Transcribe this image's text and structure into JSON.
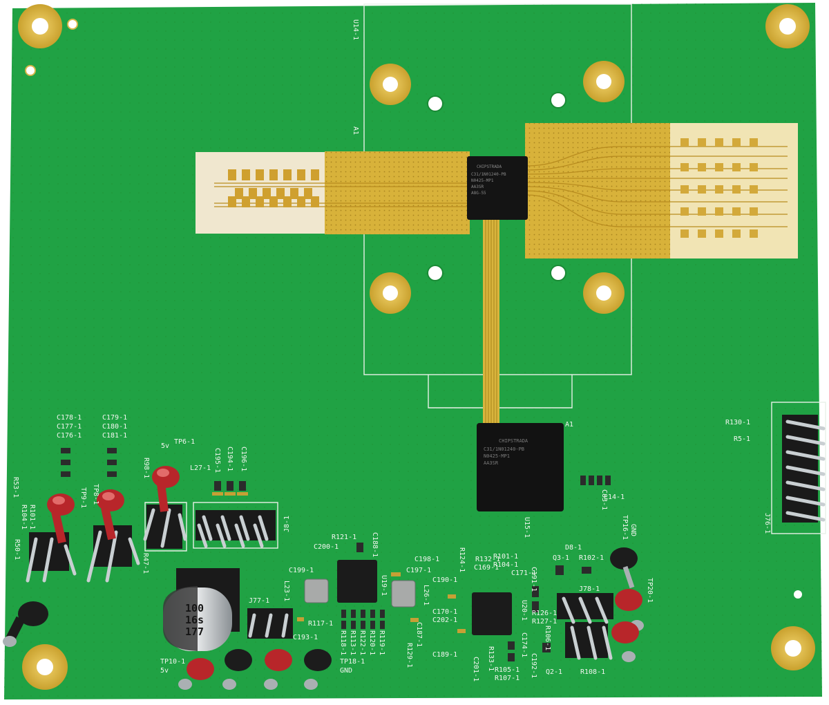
{
  "chip_markings": {
    "top_ic": [
      "CHIPSTRADA",
      "C31/1N01240-PB",
      "N0425-MP1",
      "AA3SR",
      "A8G-55"
    ],
    "bottom_ic": [
      "CHIPSTRADA",
      "C31/1N01240-PB",
      "N0425-MP1",
      "AA3SR"
    ]
  },
  "capacitor_marking": [
    "100",
    "16s",
    "177"
  ],
  "labels": {
    "u14": "U14-1",
    "a1_top": "A1",
    "a1_bottom": "A1",
    "u15": "U15-1",
    "c178": "C178-1",
    "c177": "C177-1",
    "c176": "C176-1",
    "c179": "C179-1",
    "c180": "C180-1",
    "c181": "C181-1",
    "tp6": "TP6-1",
    "tp6_v": "5v",
    "r53": "R53-1",
    "r104a": "R104-1",
    "r101a": "R101-1",
    "r98": "R98-1",
    "tp9": "TP9-1",
    "tp8": "TP8-1",
    "l27": "L27-1",
    "c195": "C195-1",
    "c194": "C194-1",
    "c196": "C196-1",
    "j8": "J8-1",
    "r50": "R50-1",
    "r47": "R47-1",
    "c200": "C200-1",
    "r121": "R121-1",
    "c188": "C188-1",
    "c199": "C199-1",
    "c198": "C198-1",
    "c197": "C197-1",
    "l23": "L23-1",
    "u19": "U19-1",
    "l26": "L26-1",
    "r117": "R117-1",
    "r118": "R118-1",
    "r113": "R113-1",
    "r122": "R122-1",
    "r120": "R120-1",
    "r119": "R119-1",
    "c187": "C187-1",
    "r129": "R129-1",
    "j77": "J77-1",
    "c193": "C193-1",
    "tp10": "TP10-1",
    "tp10_v": "5v",
    "tp18": "TP18-1",
    "tp18_gnd": "GND",
    "r124": "R124-1",
    "r132": "R132-1",
    "r101b": "R101-1",
    "r104b": "R104-1",
    "c190": "C190-1",
    "c169": "C169-1",
    "c171": "C171-1",
    "c191": "C191-1",
    "c170": "C170-1",
    "c202": "C202-1",
    "c189": "C189-1",
    "u20": "U20-1",
    "r126": "R126-1",
    "r127": "R127-1",
    "r133": "R133-1",
    "r105": "R105-1",
    "r107": "R107-1",
    "c201": "C201-1",
    "c174": "C174-1",
    "c192": "C192-1",
    "r106": "R106-1",
    "q3": "Q3-1",
    "d8": "D8-1",
    "r102": "R102-1",
    "j78": "J78-1",
    "q2": "Q2-1",
    "r108": "R108-1",
    "tp16": "TP16-1",
    "tp16_gnd": "GND",
    "tp20": "TP20-1",
    "l14": "L14-1",
    "c83": "C83-1",
    "r130": "R130-1",
    "r5": "R5-1",
    "j76": "J76-1"
  }
}
